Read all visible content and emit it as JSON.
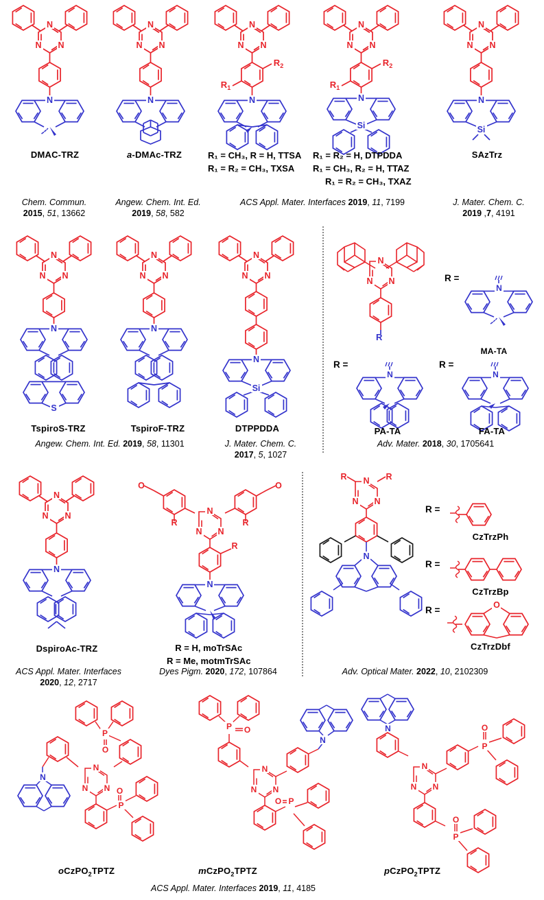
{
  "figure": {
    "title": "Triazine-based TADF emitter molecular structure gallery",
    "colors": {
      "acceptor_red": "#e8232a",
      "donor_blue": "#3333cc",
      "black": "#1a1a1a",
      "divider": "#888888"
    }
  },
  "rows": [
    {
      "id": "row1",
      "entries": [
        {
          "name": "DMAC-TRZ",
          "label_italic_prefix": "",
          "ref": {
            "journal": "Chem. Commun.",
            "year": "2015",
            "volume": "51",
            "page": "13662"
          }
        },
        {
          "name": "-DMAc-TRZ",
          "label_italic_prefix": "a",
          "ref": {
            "journal": "Angew. Chem. Int. Ed.",
            "year": "2019",
            "volume": "58",
            "page": "582"
          }
        },
        {
          "name": "TTSA / TXSA",
          "rlines": [
            "R₁ = CH₃, R = H, TTSA",
            "R₁ = R₂ = CH₃, TXSA"
          ],
          "ref": {
            "journal": "ACS Appl. Mater. Interfaces",
            "year": "2019",
            "volume": "11",
            "page": "7199"
          }
        },
        {
          "name": "DTPDDA / TTAZ / TXAZ",
          "rlines": [
            "R₁ = R₂ = H, DTPDDA",
            "R₁ = CH₃, R₂ = H, TTAZ",
            "R₁ = R₂ = CH₃, TXAZ"
          ]
        },
        {
          "name": "SAzTrz",
          "ref": {
            "journal": "J. Mater. Chem. C.",
            "year": "2019",
            "volume": "7",
            "page": "4191"
          }
        }
      ]
    },
    {
      "id": "row2",
      "entries": [
        {
          "name": "TspiroS-TRZ"
        },
        {
          "name": "TspiroF-TRZ",
          "ref": {
            "journal": "Angew. Chem. Int. Ed.",
            "year": "2019",
            "volume": "58",
            "page": "11301"
          }
        },
        {
          "name": "DTPPDDA",
          "ref": {
            "journal": "J. Mater. Chem. C.",
            "year": "2017",
            "volume": "5",
            "page": "1027"
          }
        },
        {
          "name": "MA-TA",
          "r_prefix": "R ="
        },
        {
          "name": "PA-TA",
          "r_prefix": "R ="
        },
        {
          "name": "FA-TA",
          "r_prefix": "R =",
          "ref": {
            "journal": "Adv. Mater.",
            "year": "2018",
            "volume": "30",
            "page": "1705641"
          }
        }
      ]
    },
    {
      "id": "row3",
      "entries": [
        {
          "name": "DspiroAc-TRZ",
          "ref": {
            "journal": "ACS Appl. Mater. Interfaces",
            "year": "2020",
            "volume": "12",
            "page": "2717"
          }
        },
        {
          "name": "moTrSAc / motmTrSAc",
          "rlines": [
            "R = H, moTrSAc",
            "R = Me, motmTrSAc"
          ],
          "ref": {
            "journal": "Dyes Pigm.",
            "year": "2020",
            "volume": "172",
            "page": "107864"
          }
        },
        {
          "name": "CzTrzPh",
          "r_prefix": "R ="
        },
        {
          "name": "CzTrzBp",
          "r_prefix": "R ="
        },
        {
          "name": "CzTrzDbf",
          "r_prefix": "R =",
          "ref": {
            "journal": "Adv. Optical Mater.",
            "year": "2022",
            "volume": "10",
            "page": "2102309"
          }
        }
      ]
    },
    {
      "id": "row4",
      "entries": [
        {
          "name": "CzPO2TPTZ ortho",
          "italic_prefix": "o",
          "rest": "CzPO",
          "sub": "2",
          "tail": "TPTZ"
        },
        {
          "name": "CzPO2TPTZ meta",
          "italic_prefix": "m",
          "rest": "CzPO",
          "sub": "2",
          "tail": "TPTZ"
        },
        {
          "name": "CzPO2TPTZ para",
          "italic_prefix": "p",
          "rest": "CzPO",
          "sub": "2",
          "tail": "TPTZ"
        }
      ],
      "ref": {
        "journal": "ACS Appl. Mater. Interfaces",
        "year": "2019",
        "volume": "11",
        "page": "4185"
      }
    }
  ],
  "labels": {
    "dmac_trz": "DMAC-TRZ",
    "a_prefix": "a",
    "a_dmac_trz": "-DMAc-TRZ",
    "sazrz": "SAzTrz",
    "tspiros": "TspiroS-TRZ",
    "tspirof": "TspiroF-TRZ",
    "dtppdda": "DTPPDDA",
    "mata": "MA-TA",
    "pata": "PA-TA",
    "fata": "FA-TA",
    "dspiroac": "DspiroAc-TRZ",
    "cztrzph": "CzTrzPh",
    "cztrzbp": "CzTrzBp",
    "cztrzdbf": "CzTrzDbf",
    "r_equals": "R ="
  },
  "rgroups": {
    "ttsa_line1": "R₁ = CH₃, R = H, TTSA",
    "ttsa_line2": "R₁ = R₂ = CH₃, TXSA",
    "dtpdda_line1": "R₁ = R₂ = H, DTPDDA",
    "dtpdda_line2": "R₁ = CH₃, R₂ = H, TTAZ",
    "dtpdda_line3": "R₁ = R₂ = CH₃, TXAZ",
    "motrsac_line1": "R = H, moTrSAc",
    "motrsac_line2": "R = Me, motmTrSAc"
  },
  "refs": {
    "chem_commun": {
      "j": "Chem. Commun.",
      "y": "2015",
      "v": "51",
      "p": "13662"
    },
    "angew2019_582": {
      "j": "Angew. Chem. Int. Ed.",
      "y": "2019",
      "v": "58",
      "p": "582"
    },
    "acsami2019_7199": {
      "j": "ACS Appl. Mater. Interfaces",
      "y": "2019",
      "v": "11",
      "p": "7199"
    },
    "jmcc2019_4191": {
      "j": "J. Mater. Chem. C.",
      "y": "2019",
      "v": "7",
      "p": "4191"
    },
    "angew2019_11301": {
      "j": "Angew. Chem. Int. Ed.",
      "y": "2019",
      "v": "58",
      "p": "11301"
    },
    "jmcc2017_1027": {
      "j": "J. Mater. Chem. C.",
      "y": "2017",
      "v": "5",
      "p": "1027"
    },
    "advmater2018": {
      "j": "Adv. Mater.",
      "y": "2018",
      "v": "30",
      "p": "1705641"
    },
    "acsami2020_2717": {
      "j": "ACS Appl. Mater. Interfaces",
      "y": "2020",
      "v": "12",
      "p": "2717"
    },
    "dyespigm2020": {
      "j": "Dyes Pigm.",
      "y": "2020",
      "v": "172",
      "p": "107864"
    },
    "advopt2022": {
      "j": "Adv. Optical Mater.",
      "y": "2022",
      "v": "10",
      "p": "2102309"
    },
    "acsami2019_4185": {
      "j": "ACS Appl. Mater. Interfaces",
      "y": "2019",
      "v": "11",
      "p": "4185"
    }
  },
  "atoms": {
    "N": "N",
    "O": "O",
    "Si": "Si",
    "P": "P",
    "S": "S",
    "R": "R",
    "R1": "R₁",
    "R2": "R₂"
  }
}
